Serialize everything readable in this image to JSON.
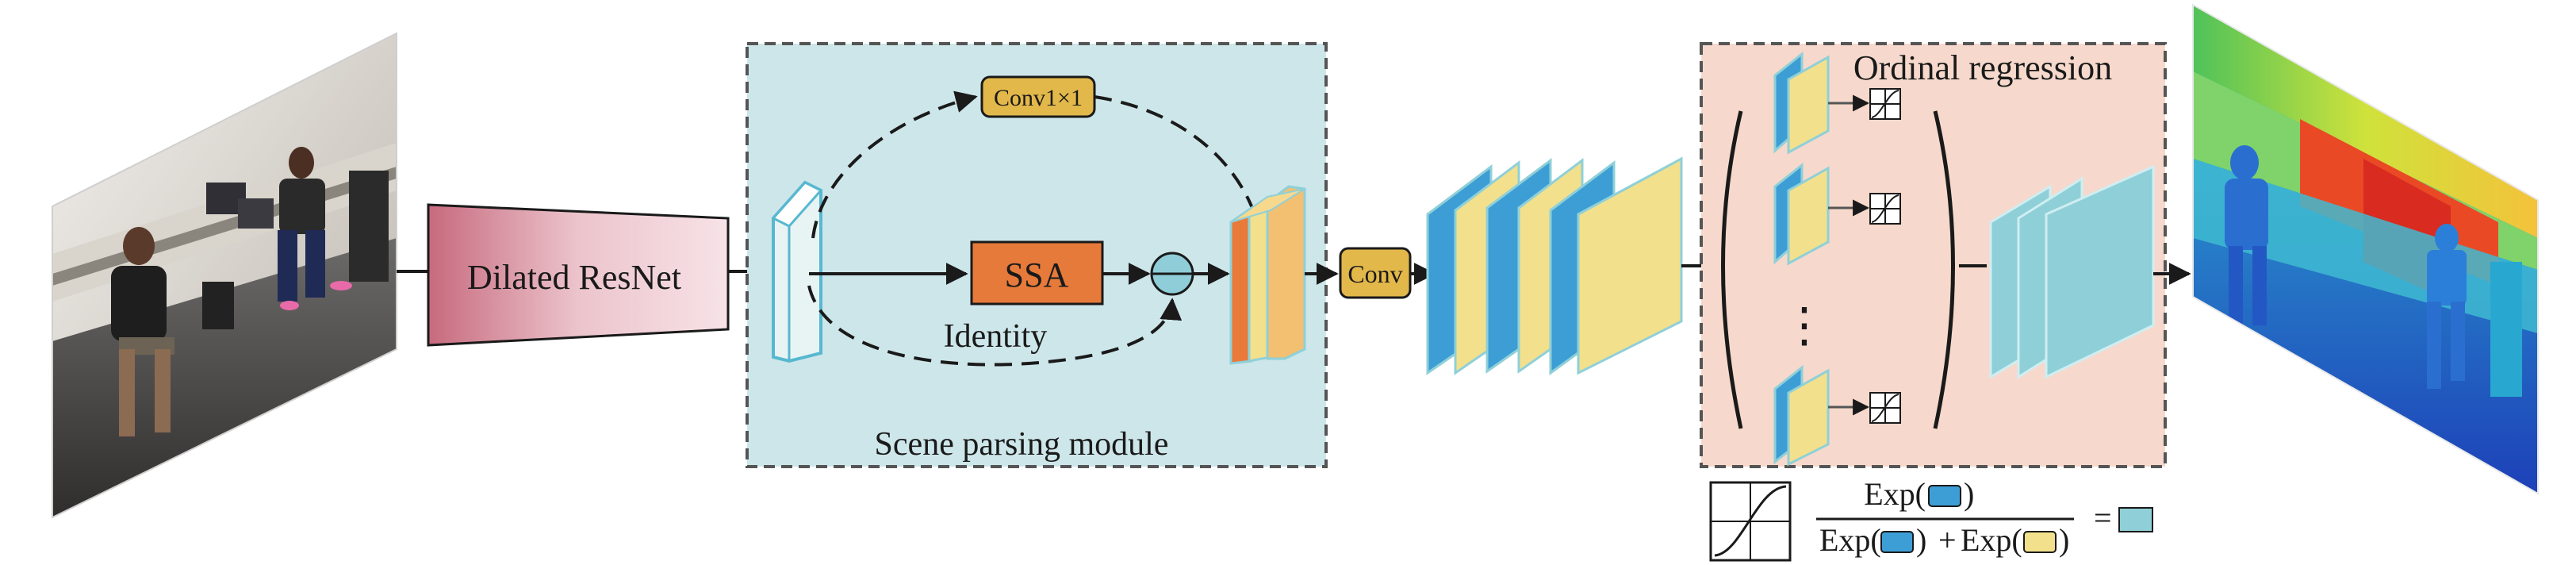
{
  "labels": {
    "backbone": "Dilated ResNet",
    "conv1x1": "Conv1×1",
    "ssa": "SSA",
    "identity": "Identity",
    "scene_parsing_module": "Scene parsing module",
    "conv": "Conv",
    "ordinal_regression": "Ordinal regression",
    "vdots": "⋮"
  },
  "formula": {
    "numerator": "Exp(",
    "numerator_close": ")",
    "denominator_part1": "Exp(",
    "denominator_part1_close": ")",
    "plus": "+",
    "denominator_part2": "Exp(",
    "denominator_part2_close": ")",
    "equals": "="
  },
  "colors": {
    "scene_box_bg": "#cde6ea",
    "ordinal_box_bg": "#f6d9cc",
    "backbone_fill": "#d88a98",
    "ssa_fill": "#e67a3a",
    "conv_fill": "#e3b84a",
    "yellow_map": "#f2e08c",
    "blue_map": "#3d9ed6",
    "teal_map": "#8fd0d8",
    "orange_map": "#e97a3a"
  },
  "icons": {
    "input_photo": "rgb-input-photo",
    "depth_output": "depth-map-output",
    "sigmoid": "sigmoid-curve-icon",
    "sum_node": "sum-node-icon"
  }
}
